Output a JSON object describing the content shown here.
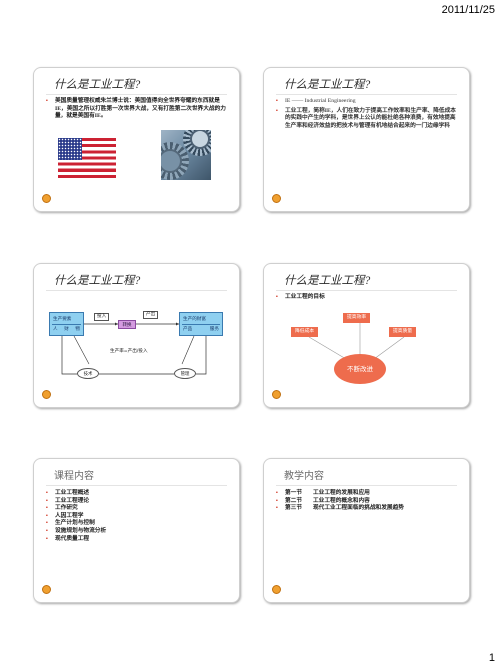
{
  "header": {
    "date": "2011/11/25"
  },
  "footer": {
    "page": "1"
  },
  "slides": [
    {
      "title": "什么是工业工程?",
      "bullets": [
        "美国质量管理权威朱兰博士说：美国值得向全世界夸耀的东西就是IE，美国之所以打胜第一次世界大战，又有打胜第二次世界大战的力量，就是美国有IE。"
      ]
    },
    {
      "title": "什么是工业工程?",
      "bullets": [
        "IE —— Industrial Engineering",
        "工业工程，简称IE，人们在致力于提高工作效率和生产率、降低成本的实践中产生的学科，是世界上公认的能杜绝各种浪费，有效地提高生产率和经济效益的把技术与管理有机地结合起来的一门边缘学科"
      ]
    },
    {
      "title": "什么是工业工程?",
      "diagram": {
        "resources_title": "生产要素",
        "resources_items": [
          "人",
          "财",
          "物"
        ],
        "input": "投入",
        "transform": "转换",
        "output": "产出",
        "product_title": "生产的财富",
        "product_items": [
          "产品",
          "服务"
        ],
        "formula": "生产率=产出/投入",
        "tech": "技术",
        "manage": "管理"
      }
    },
    {
      "title": "什么是工业工程?",
      "bullets": [
        "工业工程的目标"
      ],
      "goals": {
        "center": "不断改进",
        "cost": "降低成本",
        "efficiency": "提高效率",
        "quality": "提高质量"
      }
    },
    {
      "title": "课程内容",
      "bullets": [
        "工业工程概述",
        "工业工程理论",
        "工作研究",
        "人因工程学",
        "生产计划与控制",
        "设施规划与物流分析",
        "现代质量工程"
      ]
    },
    {
      "title": "教学内容",
      "sections": [
        {
          "num": "第一节",
          "text": "工业工程的发展和应用"
        },
        {
          "num": "第二节",
          "text": "工业工程的概念和内容"
        },
        {
          "num": "第三节",
          "text": "现代工业工程面临的挑战和发展趋势"
        }
      ]
    }
  ],
  "colors": {
    "bullet": "#d23c2a",
    "goal": "#ee6c4d",
    "box": "#8fd0f0",
    "convert": "#d49be0",
    "badge": "#f0a030"
  },
  "icons": {
    "flag": "us-flag-image",
    "gears": "gears-photo",
    "badge": "slide-number-badge"
  }
}
